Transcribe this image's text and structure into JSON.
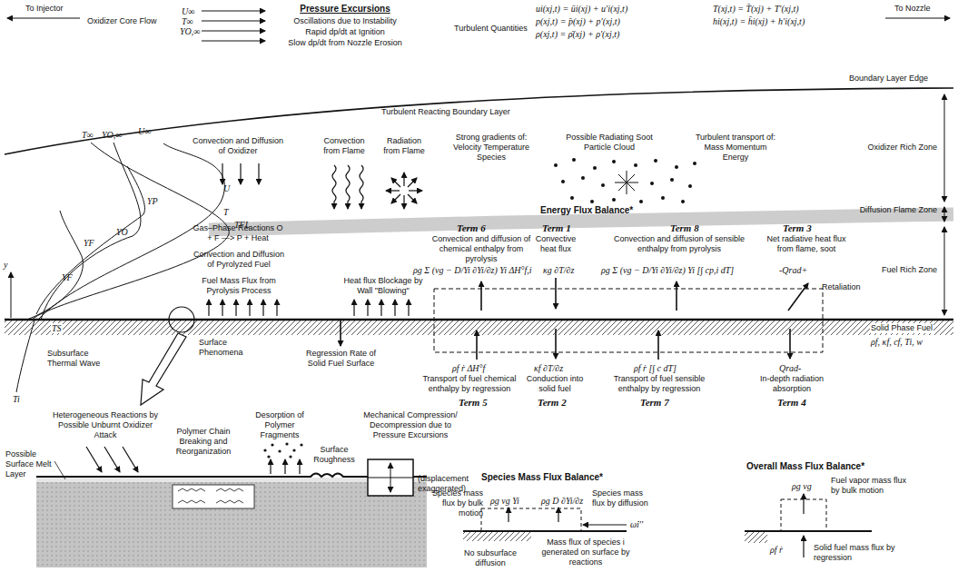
{
  "diagram": {
    "labels": [
      "To Injector",
      "Oxidizer Core Flow",
      "U∞",
      "T∞",
      "YO,∞",
      "Pressure Excursions",
      "Oscillations due to Instability",
      "Rapid dp/dt at Ignition",
      "Slow dp/dt from Nozzle Erosion",
      "Turbulent Quantities",
      "ui(xj,t) = ūi(xj) + u′i(xj,t)",
      "p(xj,t) = p̄(xj) + p′(xj,t)",
      "ρ(xj,t) = ρ̄(xj) + ρ′(xj,t)",
      "T(xj,t) = T̄(xj) + T′(xj,t)",
      "hi(xj,t) = h̄i(xj) + h′i(xj,t)",
      "To Nozzle",
      "Boundary Layer Edge",
      "Turbulent Reacting Boundary Layer",
      "Oxidizer Rich Zone",
      "Diffusion Flame Zone",
      "Fuel Rich Zone",
      "T∞",
      "YO,∞",
      "U∞",
      "U",
      "YP",
      "T",
      "YO",
      "TFL",
      "YF",
      "y",
      "YF",
      "TS",
      "Ti",
      "Subsurface Thermal Wave",
      "Convection and Diffusion of Oxidizer",
      "Gas–Phase Reactions O + F —> P + Heat",
      "Convection and Diffusion of Pyrolyzed Fuel",
      "Fuel Mass Flux from Pyrolysis Process",
      "Convection from Flame",
      "Radiation from Flame",
      "Heat flux Blockage by Wall \"Blowing\"",
      "Regression Rate of Solid Fuel Surface",
      "Surface Phenomena",
      "Strong gradients of: Velocity Temperature Species",
      "Possible Radiating Soot Particle Cloud",
      "Turbulent transport of: Mass Momentum Energy",
      "Energy Flux Balance*",
      "Term 6",
      "Convection and diffusion of chemical enthalpy from pyrolysis",
      "ρg Σ (vg − D/Yi ∂Yi/∂z) Yi ΔH°f,i",
      "Term 1",
      "Convective heat flux",
      "κg ∂T/∂z",
      "Term 8",
      "Convection and diffusion of sensible enthalpy from pyrolysis",
      "ρg Σ (vg − D/Yi ∂Yi/∂z) Yi [∫ cp,i dT]",
      "Term 3",
      "Net radiative heat flux from flame, soot",
      "-Qrad+",
      "Retaliation",
      "Solid Phase Fuel",
      "ρf, κf, cf, Ti, w",
      "ρf ṙ ΔH°f",
      "Transport of fuel chemical enthalpy by regression",
      "Term 5",
      "κf ∂T/∂z",
      "Conduction into solid fuel",
      "Term 2",
      "ρf ṙ [∫ c dT]",
      "Transport of fuel sensible enthalpy by regression",
      "Term 7",
      "Qrad-",
      "In-depth radiation absorption",
      "Term 4",
      "Heterogeneous Reactions by Possible Unburnt Oxidizer Attack",
      "Possible Surface Melt Layer",
      "Polymer Chain Breaking and Reorganization",
      "Desorption of Polymer Fragments",
      "Surface Roughness",
      "Mechanical Compression/ Decompression due to Pressure Excursions",
      "(displacement exaggerated)",
      "Species Mass Flux Balance*",
      "Species mass flux by bulk motion",
      "ρg vg Yi",
      "ρg D ∂Yi/∂z",
      "Species mass flux by diffusion",
      "ω̇i''",
      "Mass flux of species i generated on surface by reactions",
      "No subsurface diffusion",
      "Overall Mass Flux Balance*",
      "ρg vg",
      "Fuel vapor mass flux by bulk motion",
      "ρf ṙ",
      "Solid fuel mass flux by regression"
    ]
  }
}
